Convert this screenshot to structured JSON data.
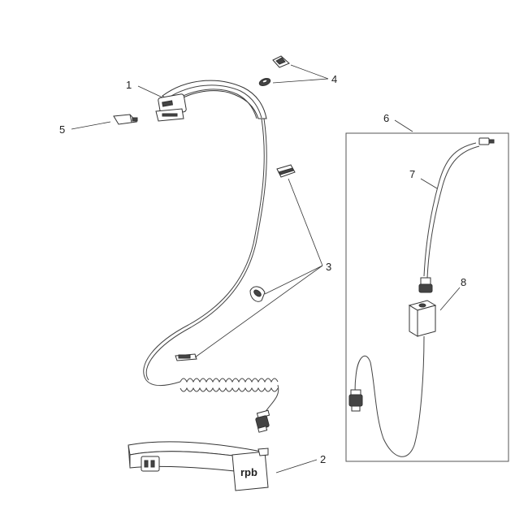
{
  "callouts": {
    "c1": "1",
    "c2": "2",
    "c3": "3",
    "c4": "4",
    "c5": "5",
    "c6": "6",
    "c7": "7",
    "c8": "8"
  },
  "belt": {
    "logo": "rpb"
  }
}
